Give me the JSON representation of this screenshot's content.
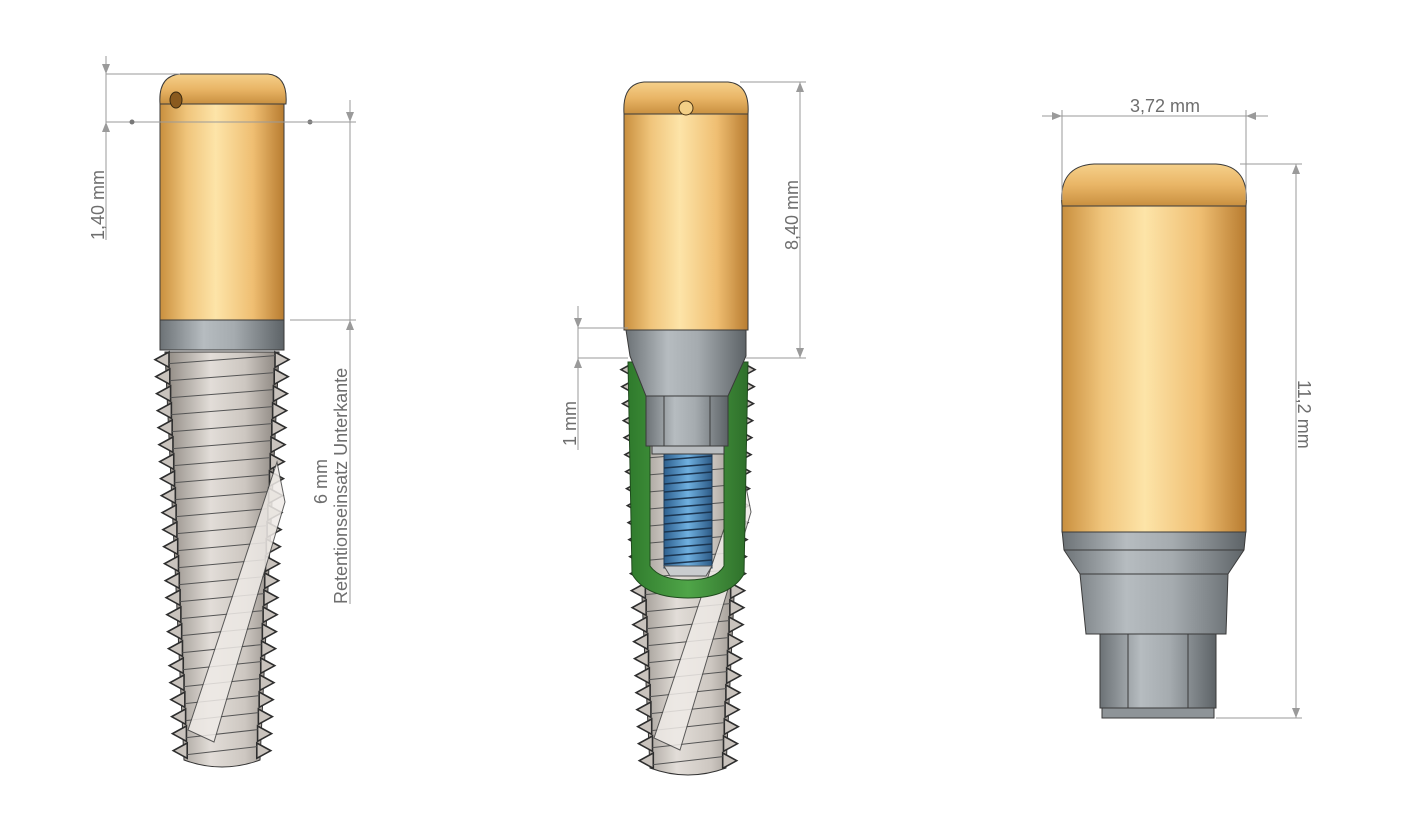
{
  "figure": {
    "views": [
      {
        "name": "implant-with-retention-insert",
        "dimensions": {
          "cap_height": "1,40 mm",
          "retention_edge_text": "6 mm\nRetentionseinsatz Unterkante"
        }
      },
      {
        "name": "implant-section-view",
        "dimensions": {
          "abutment_height": "8,40 mm",
          "collar_height": "1 mm"
        }
      },
      {
        "name": "abutment-detail",
        "dimensions": {
          "diameter": "3,72 mm",
          "total_height": "11,2 mm"
        }
      }
    ]
  },
  "colors": {
    "gold": "#e8b86a",
    "gold_highlight": "#fce1a4",
    "titanium_gray": "#9aa0a4",
    "thread_metal": "#c8c2bc",
    "liner_green": "#3e8a3a",
    "screw_blue": "#4a8ab8",
    "dimension_line": "#9a9a9a",
    "dimension_text": "#6e6e6e"
  }
}
